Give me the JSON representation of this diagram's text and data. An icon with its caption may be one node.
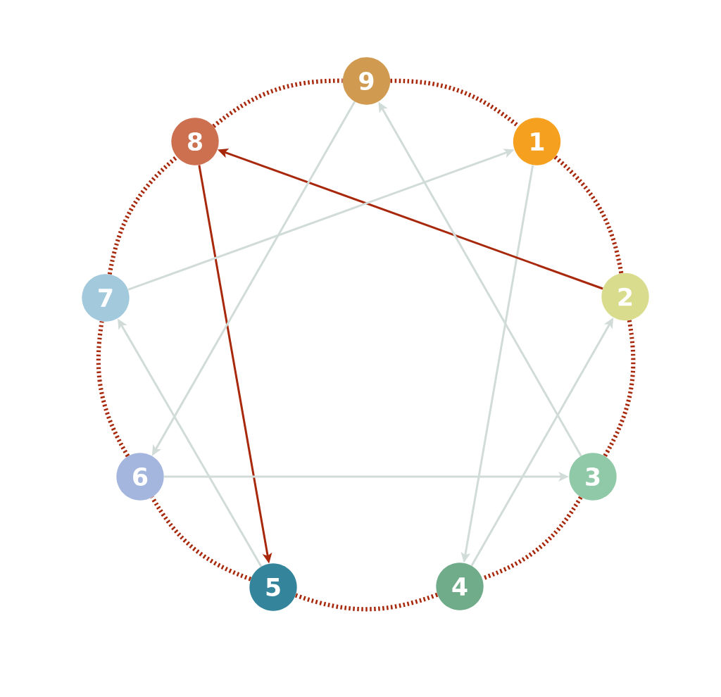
{
  "diagram": {
    "nodes": [
      {
        "text": [
          "9"
        ]
      },
      {
        "text": [
          "8"
        ]
      },
      {
        "text": [
          "1"
        ]
      },
      {
        "text": [
          "7"
        ]
      },
      {
        "text": [
          "2"
        ]
      },
      {
        "text": [
          "6"
        ]
      },
      {
        "text": [
          "3"
        ]
      },
      {
        "text": [
          "5"
        ]
      },
      {
        "text": [
          "4"
        ]
      }
    ],
    "edges": [
      {
        "from": 0,
        "to": 2,
        "arrow": "none",
        "style": "dashed",
        "color": "#a8280c"
      },
      {
        "from": 2,
        "to": 4,
        "arrow": "none",
        "style": "dashed",
        "color": "#a8280c"
      },
      {
        "from": 4,
        "to": 6,
        "arrow": "none",
        "style": "dashed",
        "color": "#a8280c"
      },
      {
        "from": 6,
        "to": 8,
        "arrow": "none",
        "style": "dashed",
        "color": "#a8280c"
      },
      {
        "from": 8,
        "to": 7,
        "arrow": "none",
        "style": "dashed",
        "color": "#a8280c"
      },
      {
        "from": 7,
        "to": 5,
        "arrow": "none",
        "style": "dashed",
        "color": "#a8280c"
      },
      {
        "from": 5,
        "to": 3,
        "arrow": "none",
        "style": "dashed",
        "color": "#a8280c"
      },
      {
        "from": 3,
        "to": 1,
        "arrow": "none",
        "style": "dashed",
        "color": "#a8280c"
      },
      {
        "from": 1,
        "to": 0,
        "arrow": "none",
        "style": "dashed",
        "color": "#a8280c"
      },
      {
        "from": 2,
        "to": 8,
        "arrow": "to",
        "color": "#d1dcd9"
      },
      {
        "from": 8,
        "to": 4,
        "arrow": "to",
        "color": "#d1dcd9"
      },
      {
        "from": 4,
        "to": 1,
        "arrow": "to",
        "color": "#a8280c"
      },
      {
        "from": 1,
        "to": 7,
        "arrow": "to",
        "color": "#a8280c"
      },
      {
        "from": 7,
        "to": 3,
        "arrow": "to",
        "color": "#d1dcd9"
      },
      {
        "from": 3,
        "to": 2,
        "arrow": "to",
        "color": "#d1dcd9"
      },
      {
        "from": 0,
        "to": 5,
        "arrow": "to",
        "color": "#d1dcd9"
      },
      {
        "from": 5,
        "to": 6,
        "arrow": "to",
        "color": "#d1dcd9"
      },
      {
        "from": 6,
        "to": 0,
        "arrow": "to",
        "color": "#d1dcd9"
      }
    ]
  }
}
